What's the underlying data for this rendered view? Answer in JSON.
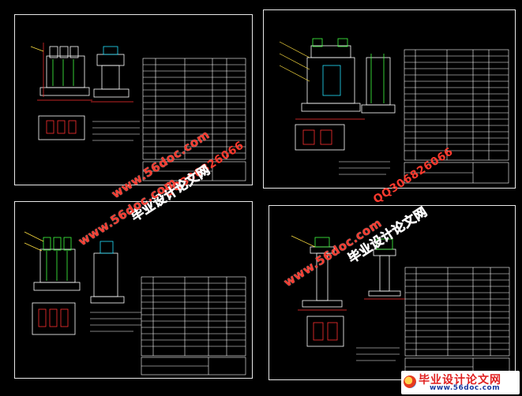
{
  "watermarks": {
    "site": "www.56doc.com",
    "qq": "QQ306826066",
    "brand": "毕业设计论文网"
  },
  "logo": {
    "brand": "毕业设计论文网",
    "site": "www.56doc.com"
  },
  "colors": {
    "background": "#000000",
    "frame": "#e8e8e8",
    "part": "#ffffff",
    "cyan": "#22e0ff",
    "green": "#40ff40",
    "red": "#ff3030",
    "yellow": "#ffe040",
    "magenta": "#ff40ff",
    "watermark": "#ff3a2e"
  }
}
